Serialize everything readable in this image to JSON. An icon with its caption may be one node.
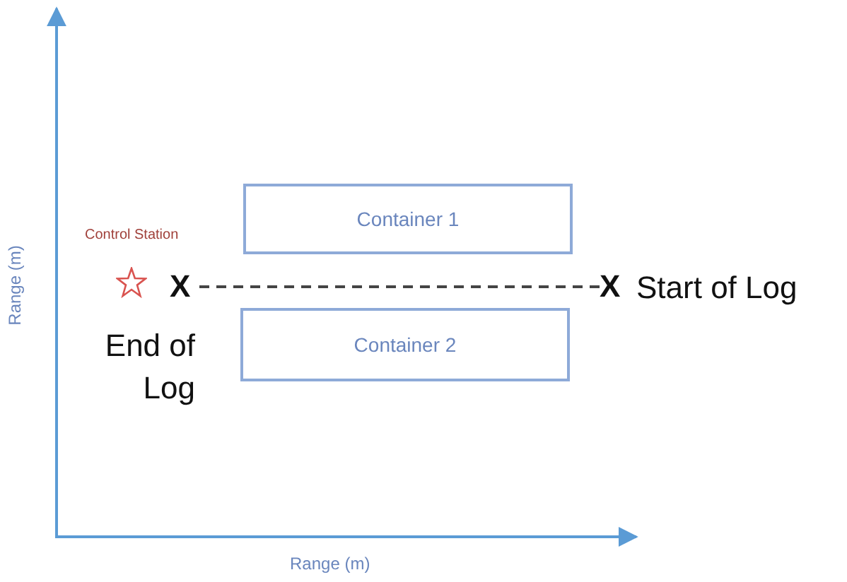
{
  "diagram": {
    "nodes": [
      {
        "text": [
          "Container 1"
        ]
      },
      {
        "text": [
          "Container 2"
        ]
      },
      {
        "text": [
          "X"
        ],
        "beside": [
          "End of Log"
        ]
      },
      {
        "text": [
          "X"
        ],
        "beside": [
          "Start of Log"
        ]
      }
    ],
    "edges": [
      {
        "from": 3,
        "to": 2,
        "arrow": "none",
        "style": "dashed"
      }
    ],
    "labels": [
      "Control Station",
      "Range (m)",
      "Range (m)"
    ]
  }
}
